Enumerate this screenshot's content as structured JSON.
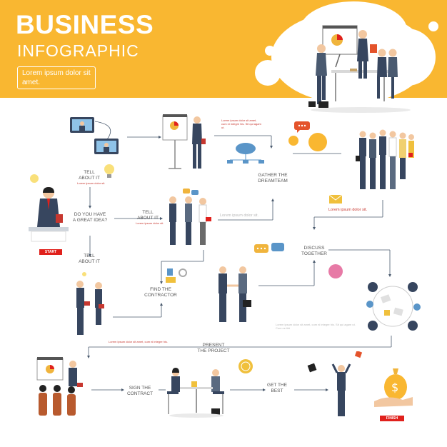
{
  "header": {
    "title": "BUSINESS",
    "subtitle": "INFOGRAPHIC",
    "lorem": "Lorem ipsum dolor sit amet."
  },
  "steps": {
    "tell_about_top": "TELL\nABOUT IT",
    "tell_about_mid": "TELL\nABOUT IT",
    "tell_about_bottom": "TELL\nABOUT IT",
    "great_idea": "DO YOU HAVE\nA GREAT IDEA?",
    "gather": "GATHER THE\nDREAMTEAM",
    "find_contractor": "FIND THE\nCONTRACTOR",
    "discuss": "DISCUSS\nTOGETHER",
    "present": "PRESENT\nTHE PROJECT",
    "sign": "SIGN THE\nCONTRACT",
    "get_best": "GET THE\nBEST"
  },
  "badges": {
    "start": "START",
    "finish": "FINISH"
  },
  "notes": {
    "lorem_short": "Lorem ipsum dolor sit.",
    "lorem_gray": "Lorem ipsum dolor sit.",
    "lorem_long": "Lorem ipsum dolor sit amet, cum ni integre his. Sit qui agam ut. Cum ne tibi"
  },
  "colors": {
    "header": "#f9b731",
    "accent_red": "#e0211c",
    "suit": "#37465f",
    "line": "#4a5a6e"
  }
}
